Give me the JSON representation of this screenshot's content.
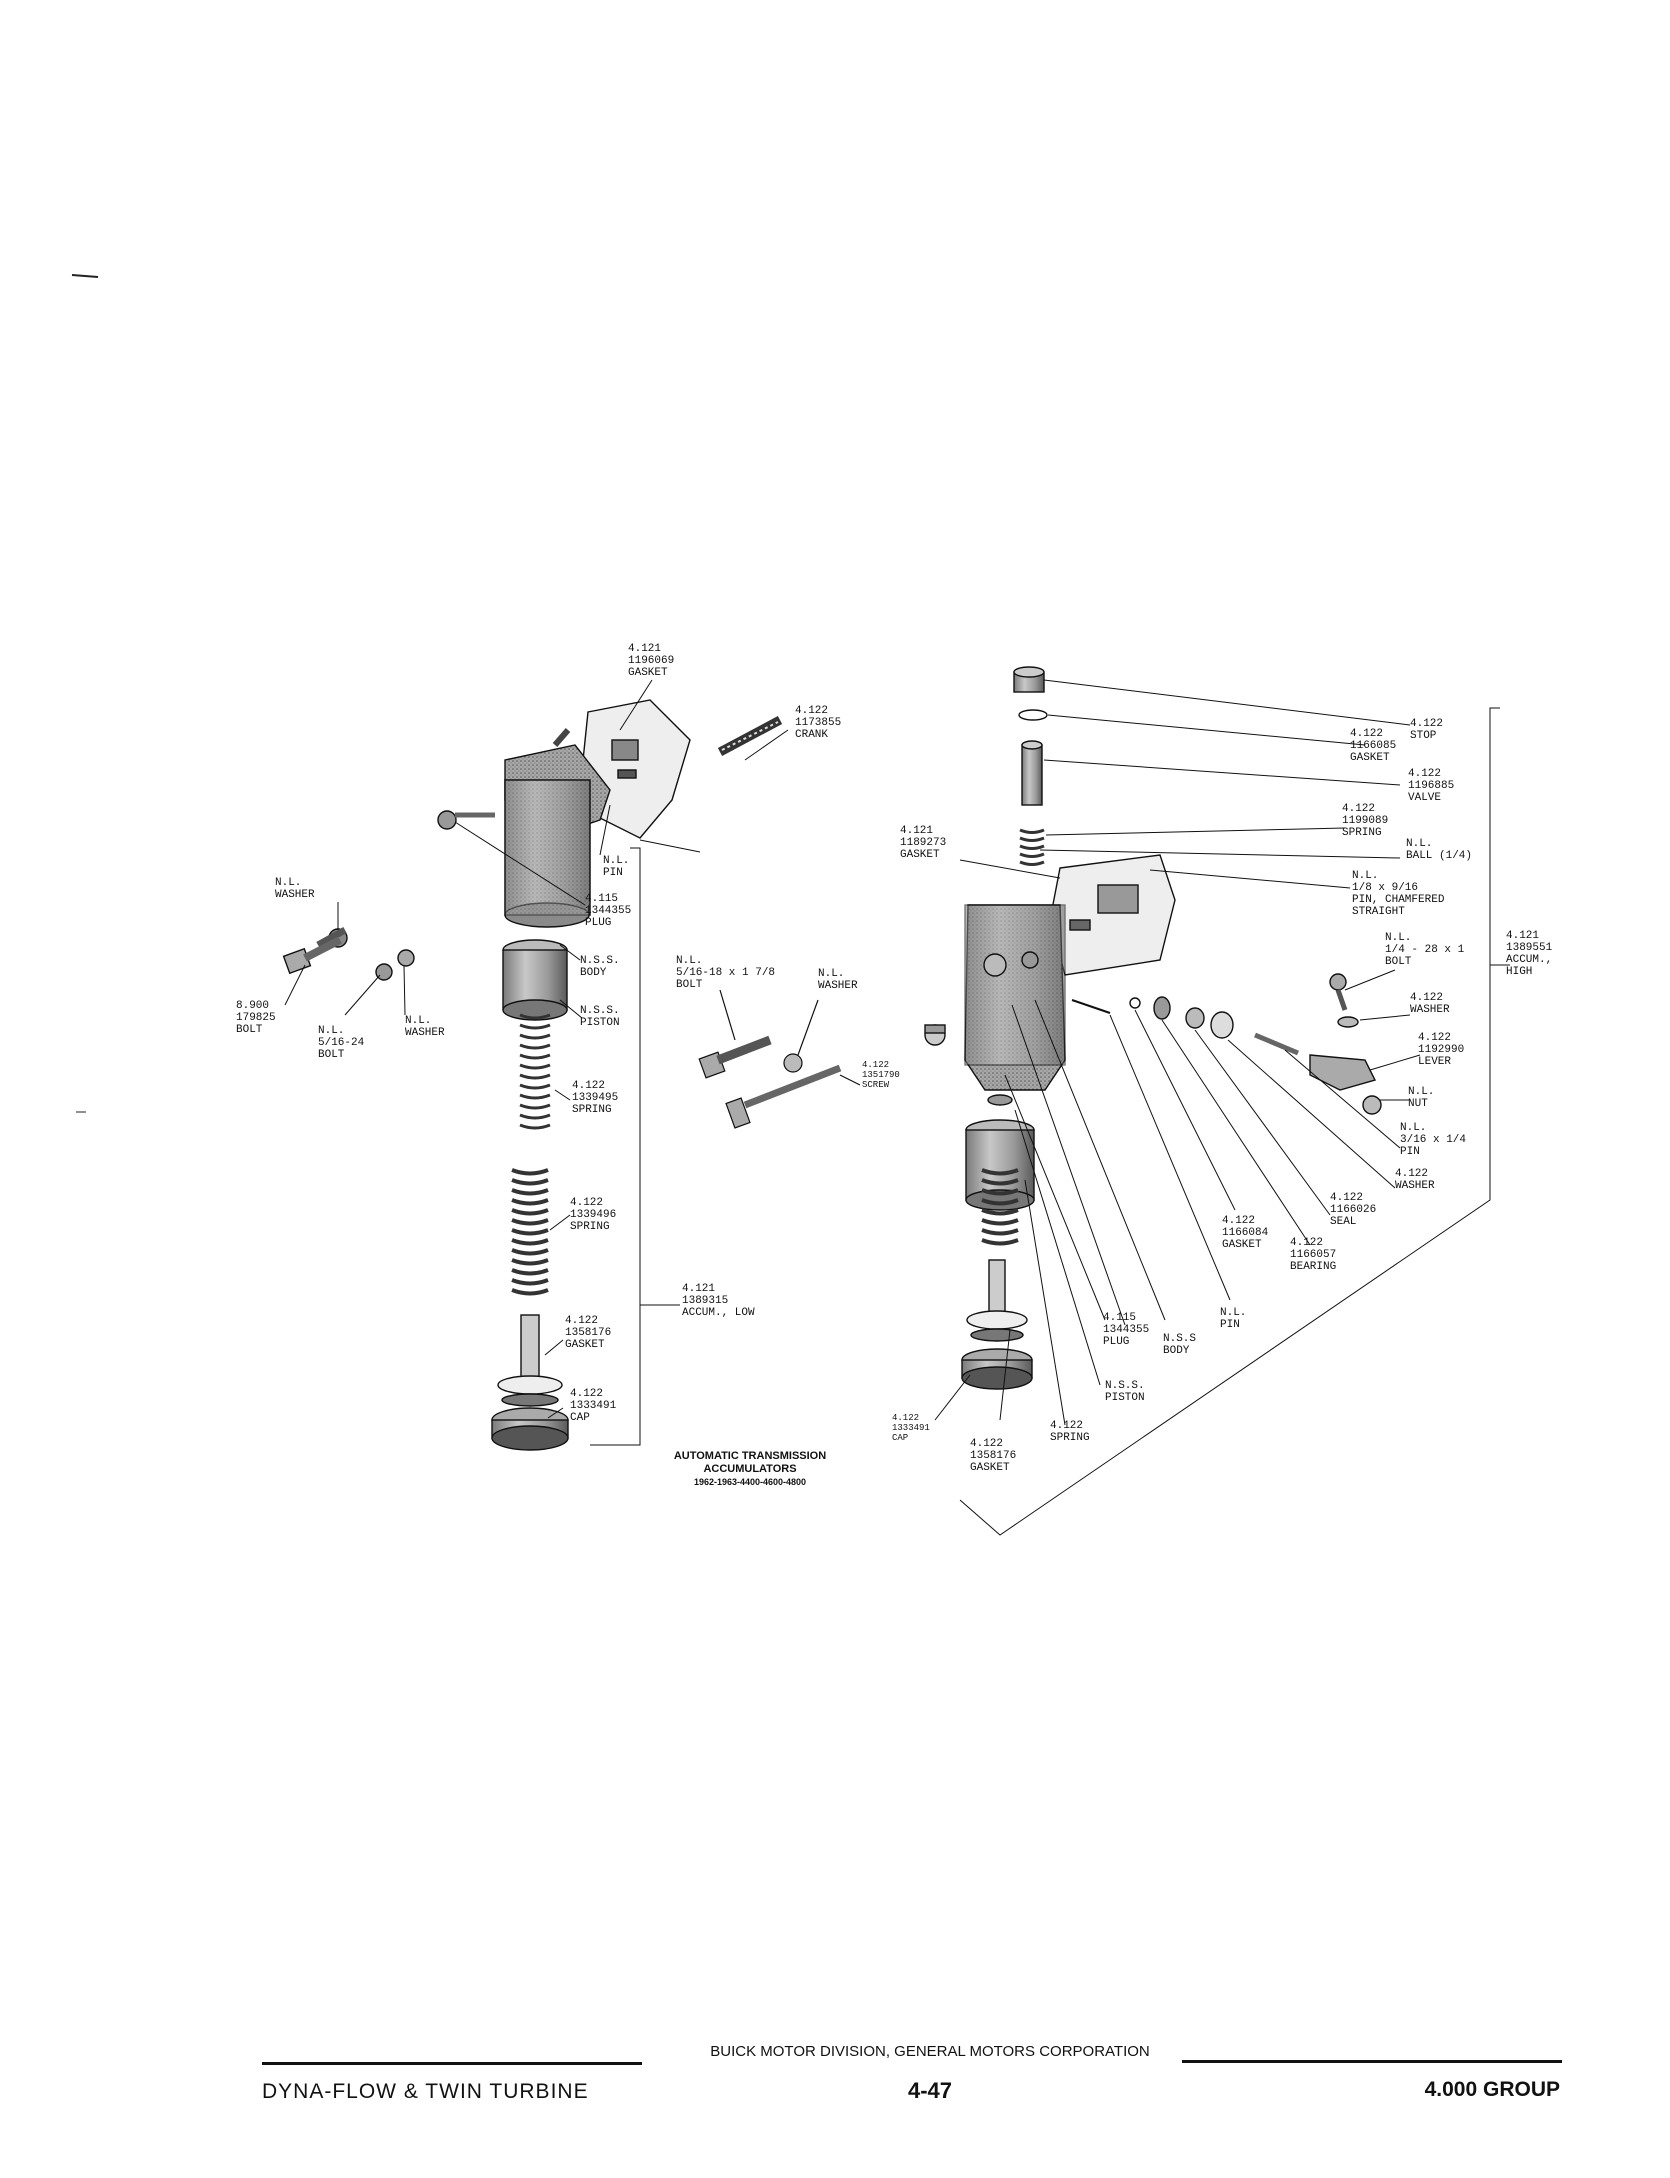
{
  "left_assembly": {
    "labels": [
      {
        "id": "gasket-top",
        "text": "4.121\n1196069\nGASKET"
      },
      {
        "id": "crank",
        "text": "4.122\n1173855\nCRANK"
      },
      {
        "id": "pin",
        "text": "N.L.\nPIN"
      },
      {
        "id": "plug",
        "text": "4.115\n1344355\nPLUG"
      },
      {
        "id": "body",
        "text": "N.S.S.\nBODY"
      },
      {
        "id": "piston",
        "text": "N.S.S.\nPISTON"
      },
      {
        "id": "washer-left",
        "text": "N.L.\nWASHER"
      },
      {
        "id": "bolt-8900",
        "text": "8.900\n179825\nBOLT"
      },
      {
        "id": "bolt-516-24",
        "text": "N.L.\n5/16-24\nBOLT"
      },
      {
        "id": "washer-mid",
        "text": "N.L.\nWASHER"
      },
      {
        "id": "spring-1",
        "text": "4.122\n1339495\nSPRING"
      },
      {
        "id": "spring-2",
        "text": "4.122\n1339496\nSPRING"
      },
      {
        "id": "gasket-bottom",
        "text": "4.122\n1358176\nGASKET"
      },
      {
        "id": "cap",
        "text": "4.122\n1333491\nCAP"
      },
      {
        "id": "accum-low",
        "text": "4.121\n1389315\nACCUM., LOW"
      }
    ]
  },
  "middle_parts": {
    "labels": [
      {
        "id": "bolt-516-18",
        "text": "N.L.\n5/16-18 x 1 7/8\nBOLT"
      },
      {
        "id": "washer-center",
        "text": "N.L.\nWASHER"
      },
      {
        "id": "screw",
        "text": "4.122\n1351790\nSCREW"
      }
    ]
  },
  "right_assembly": {
    "labels": [
      {
        "id": "stop",
        "text": "4.122\nSTOP"
      },
      {
        "id": "gasket-1166085",
        "text": "4.122\n1166085\nGASKET"
      },
      {
        "id": "valve",
        "text": "4.122\n1196885\nVALVE"
      },
      {
        "id": "spring-1199089",
        "text": "4.122\n1199089\nSPRING"
      },
      {
        "id": "ball",
        "text": "N.L.\nBALL (1/4)"
      },
      {
        "id": "gasket-1189273",
        "text": "4.121\n1189273\nGASKET"
      },
      {
        "id": "pin-chamfered",
        "text": "N.L.\n1/8 x 9/16\nPIN, CHAMFERED\nSTRAIGHT"
      },
      {
        "id": "bolt-14-28",
        "text": "N.L.\n1/4 - 28 x 1\nBOLT"
      },
      {
        "id": "accum-high",
        "text": "4.121\n1389551\nACCUM.,\nHIGH"
      },
      {
        "id": "washer-r1",
        "text": "4.122\nWASHER"
      },
      {
        "id": "lever",
        "text": "4.122\n1192990\nLEVER"
      },
      {
        "id": "nut",
        "text": "N.L.\nNUT"
      },
      {
        "id": "pin-316",
        "text": "N.L.\n3/16 x 1/4\nPIN"
      },
      {
        "id": "washer-r2",
        "text": "4.122\nWASHER"
      },
      {
        "id": "seal",
        "text": "4.122\n1166026\nSEAL"
      },
      {
        "id": "gasket-1166084",
        "text": "4.122\n1166084\nGASKET"
      },
      {
        "id": "bearing",
        "text": "4.122\n1166057\nBEARING"
      },
      {
        "id": "pin-r",
        "text": "N.L.\nPIN"
      },
      {
        "id": "plug-r",
        "text": "4.115\n1344355\nPLUG"
      },
      {
        "id": "body-r",
        "text": "N.S.S\nBODY"
      },
      {
        "id": "piston-r",
        "text": "N.S.S.\nPISTON"
      },
      {
        "id": "cap-r",
        "text": "4.122\n1333491\nCAP"
      },
      {
        "id": "gasket-1358176-r",
        "text": "4.122\n1358176\nGASKET"
      },
      {
        "id": "spring-r",
        "text": "4.122\nSPRING"
      }
    ]
  },
  "caption": {
    "line1": "AUTOMATIC TRANSMISSION",
    "line2": "ACCUMULATORS",
    "line3": "1962-1963-4400-4600-4800"
  },
  "footer": {
    "left": "DYNA-FLOW & TWIN TURBINE",
    "corporation": "BUICK MOTOR DIVISION, GENERAL MOTORS CORPORATION",
    "page": "4-47",
    "group": "4.000 GROUP"
  }
}
